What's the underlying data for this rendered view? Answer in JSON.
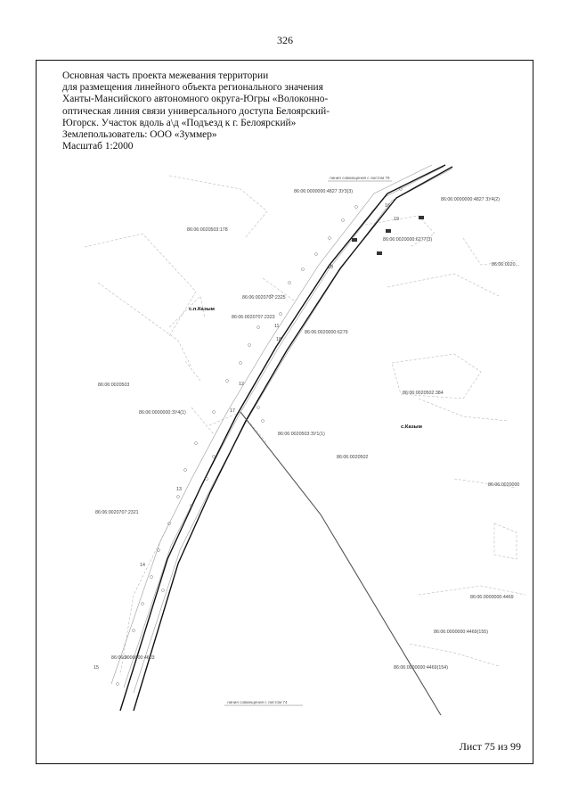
{
  "page_number": "326",
  "title_lines": [
    "Основная часть проекта межевания территории",
    "для размещения линейного объекта  регионального значения",
    "Ханты-Мансийского автономного округа-Югры «Волоконно-",
    "оптическая линия связи универсального доступа Белоярский-",
    "Югорск. Участок вдоль а\\д «Подъезд к г. Белоярский»",
    "Землепользователь: ООО «Зуммер»",
    "Масштаб 1:2000"
  ],
  "map": {
    "settlement_labels": [
      "с.п.Казым",
      "с.Казым"
    ],
    "link_top": "линия совмещения с листом 76",
    "link_bottom": "линия совмещения с листом 74",
    "parcels": [
      "86:06:0000000:4827 ЗУ3(3)",
      "86:06:0000000:4827 ЗУ4(2)",
      "86:06:0020503:178",
      "86:06:0020000:6277(3)",
      "86:06:0020...",
      "86:06:0020707:2325",
      "86:06:0020707:2323",
      "86:06:0020000:6279",
      "86:06:0020503",
      "86:06:0020502:384",
      "86:06:0000000:ЗУ4(1)",
      "86:06:0020503:ЗУ1(1)",
      "86:06:0020502",
      "86:06:0020000",
      "86:06:0020707:2321",
      "86:06:0000000:4469",
      "86:06:0000000:4469(155)",
      "86:06:0000000:4469(154)",
      "86:06:0000000:4603"
    ],
    "point_numbers": [
      "1",
      "10",
      "11",
      "12",
      "13",
      "14",
      "15",
      "16",
      "17",
      "18",
      "19"
    ]
  },
  "sheet_label": "Лист 75 из 99"
}
